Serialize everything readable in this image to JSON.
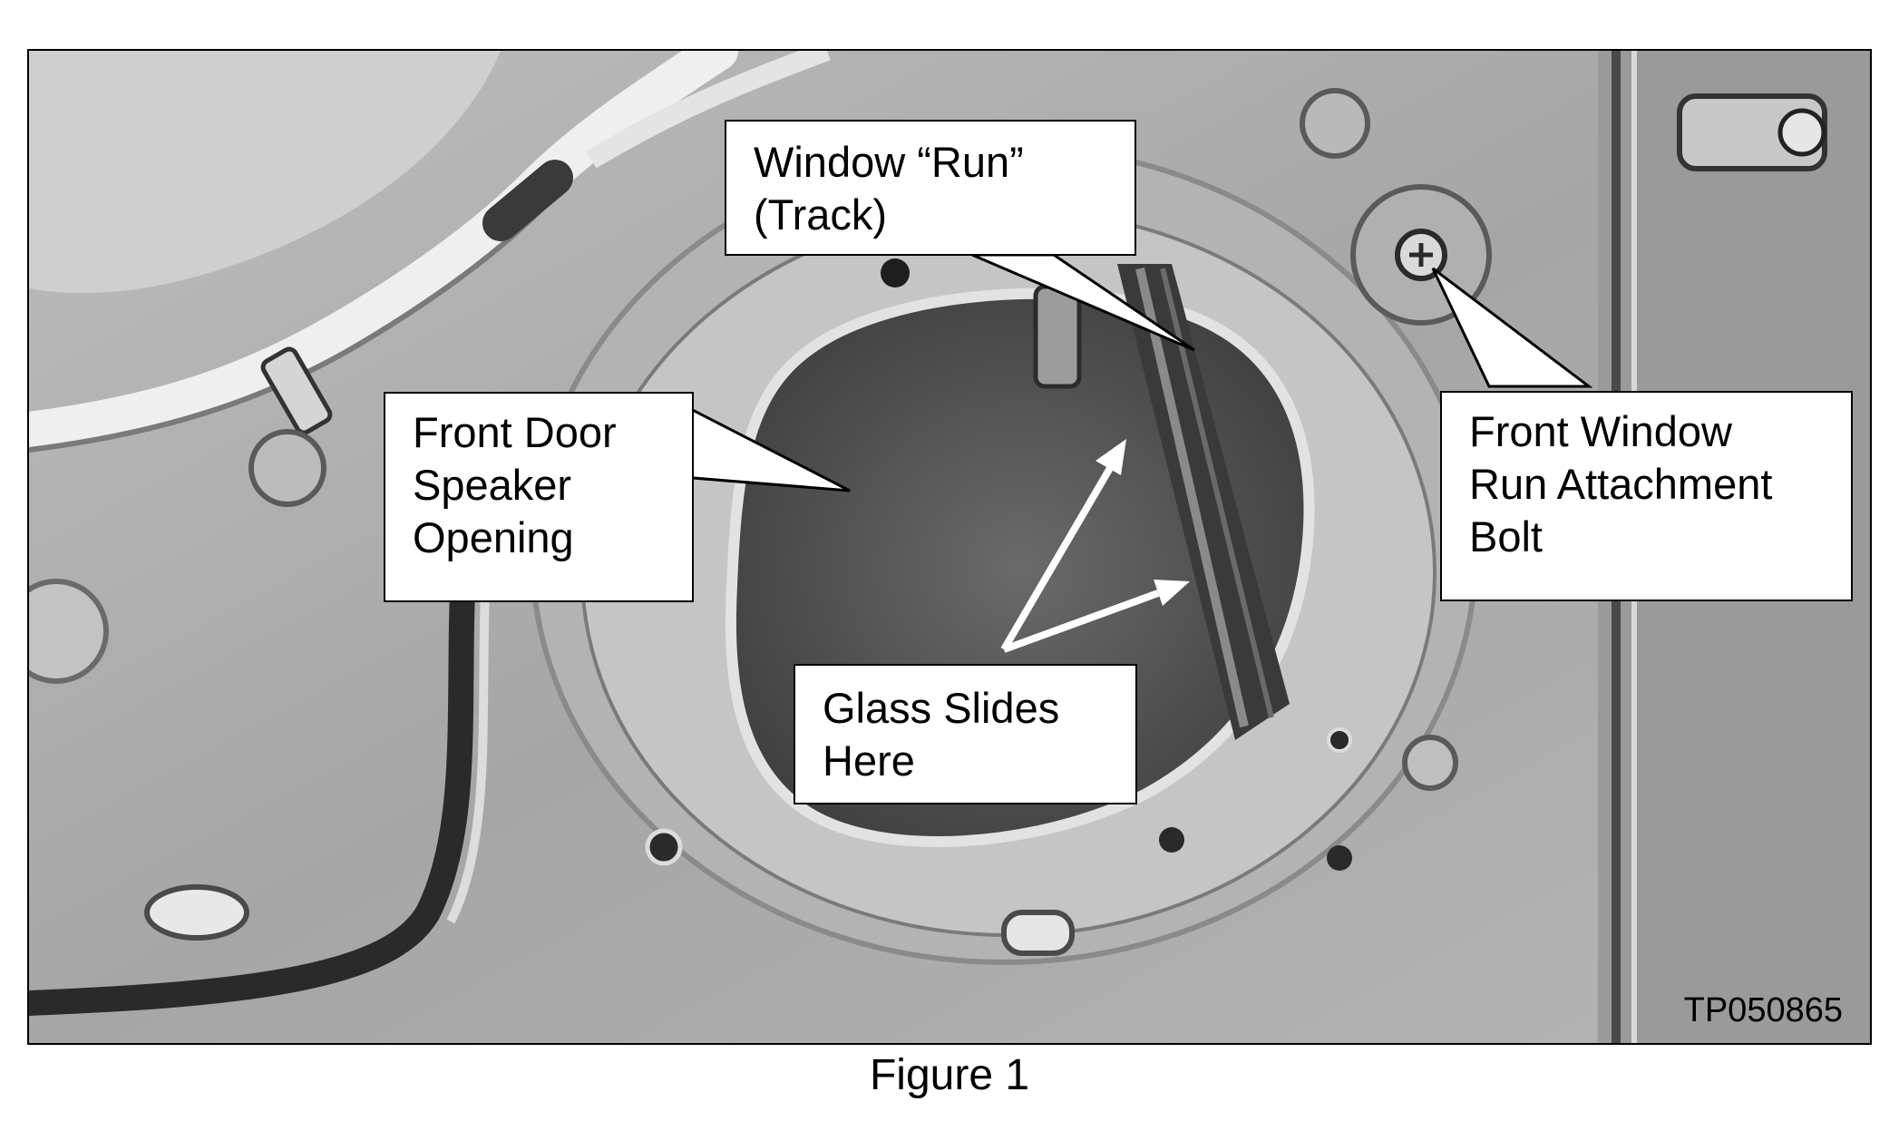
{
  "figure": {
    "photo_id": "TP050865",
    "caption": "Figure 1"
  },
  "callouts": {
    "window_run": [
      "Window “Run”",
      "(Track)"
    ],
    "speaker_opening": [
      "Front Door",
      "Speaker",
      "Opening"
    ],
    "attachment_bolt": [
      "Front Window",
      "Run Attachment",
      "Bolt"
    ],
    "glass_slides": [
      "Glass Slides",
      "Here"
    ]
  },
  "colors": {
    "door_panel": "#a4a4a4",
    "opening_interior": "#5c5c5c",
    "callout_fill": "#ffffff",
    "arrow_white": "#ffffff",
    "outline": "#000000"
  }
}
